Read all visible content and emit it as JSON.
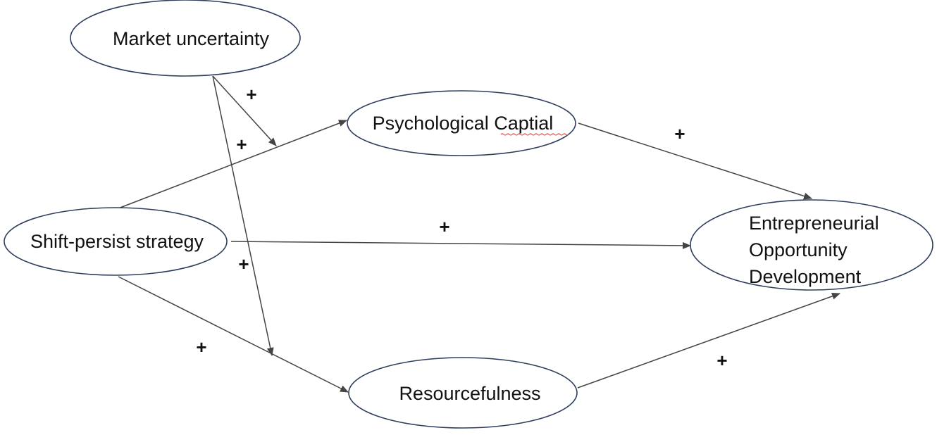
{
  "diagram": {
    "type": "path-model",
    "nodes": [
      {
        "id": "market_uncertainty",
        "label_lines": [
          "Market uncertainty"
        ]
      },
      {
        "id": "psychological_capital",
        "label_lines": [
          "Psychological Captial"
        ],
        "spellcheck_flag_word": "Captial"
      },
      {
        "id": "shift_persist",
        "label_lines": [
          "Shift-persist strategy"
        ]
      },
      {
        "id": "eod",
        "label_lines": [
          "Entrepreneurial",
          "Opportunity",
          "Development"
        ]
      },
      {
        "id": "resourcefulness",
        "label_lines": [
          "Resourcefulness"
        ]
      }
    ],
    "edges": [
      {
        "from": "shift_persist",
        "to": "psychological_capital",
        "sign": "+"
      },
      {
        "from": "psychological_capital",
        "to": "eod",
        "sign": "+"
      },
      {
        "from": "shift_persist",
        "to": "eod",
        "sign": "+"
      },
      {
        "from": "shift_persist",
        "to": "resourcefulness",
        "sign": "+"
      },
      {
        "from": "resourcefulness",
        "to": "eod",
        "sign": "+"
      },
      {
        "from": "market_uncertainty",
        "to": "edge:shift_persist->psychological_capital",
        "sign": "+",
        "moderation": true
      },
      {
        "from": "market_uncertainty",
        "to": "edge:shift_persist->resourcefulness",
        "sign": "+",
        "moderation": true
      }
    ],
    "sign_labels": [
      "+",
      "+",
      "+",
      "+",
      "+",
      "+",
      "+"
    ],
    "colors": {
      "node_stroke": "#2f3e5c",
      "edge": "#444444",
      "text": "#111111",
      "spellcheck_underline": "#e0504c"
    }
  }
}
